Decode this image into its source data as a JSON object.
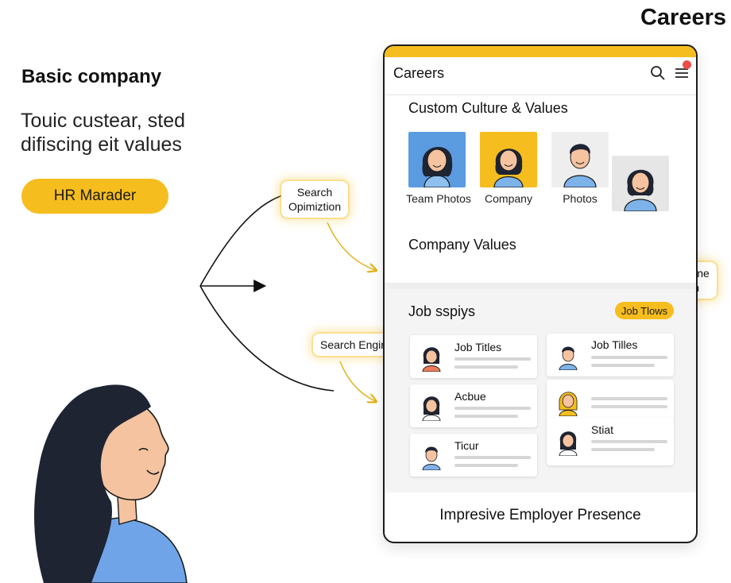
{
  "corner_title": "Careers",
  "left": {
    "heading": "Basic company",
    "desc_line1": "Touic custear, sted",
    "desc_line2": "difiscing eit values",
    "pill": "HR Marader"
  },
  "callouts": {
    "search_opt_line1": "Search",
    "search_opt_line2": "Opimiztion",
    "search_engine": "Search Engine",
    "seo_line1": "Search Engine",
    "seo_line2": "Opimiztion"
  },
  "phone": {
    "title": "Careers",
    "culture_title": "Custom Culture & Values",
    "photos": [
      {
        "label": "Team Photos",
        "bg": "#5b9bdf"
      },
      {
        "label": "Company",
        "bg": "#f6bd1e"
      },
      {
        "label": "Photos",
        "bg": "#eeeeee"
      },
      {
        "label": "",
        "bg": "#e6e6e6"
      }
    ],
    "values_title": "Company Values",
    "jobs_title": "Job sspiys",
    "jobs_pill": "Job Tlows",
    "jobs": [
      {
        "title": "Job Titles"
      },
      {
        "title": "Acbue"
      },
      {
        "title": "Ticur"
      },
      {
        "title": "Job Tilles"
      },
      {
        "title": ""
      },
      {
        "title": "Stiat"
      }
    ],
    "footer": "Impresive Employer Presence"
  },
  "colors": {
    "accent": "#f6bd1e",
    "blue": "#5b9bdf",
    "dark": "#1a1a1a"
  }
}
